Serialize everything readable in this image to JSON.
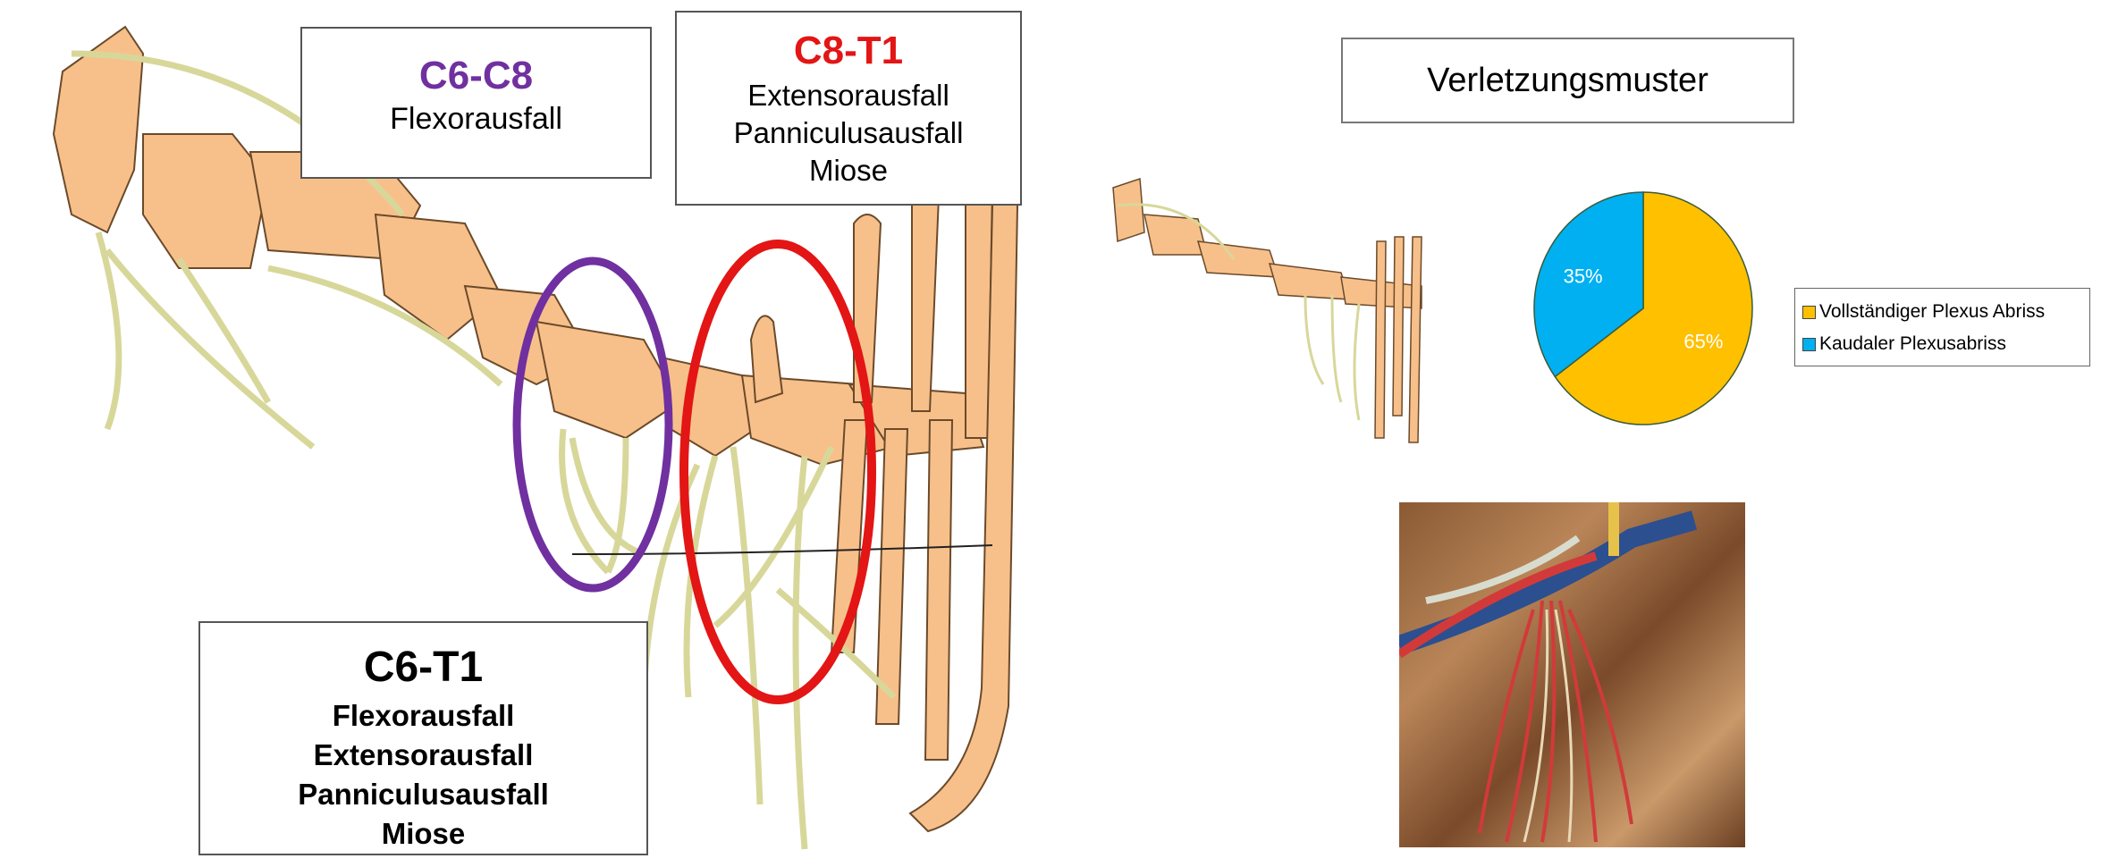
{
  "diagram": {
    "box_c6_c8": {
      "title": "C6-C8",
      "lines": [
        "Flexorausfall"
      ],
      "color": "#7030a0"
    },
    "box_c8_t1": {
      "title": "C8-T1",
      "lines": [
        "Extensorausfall",
        "Panniculusausfall",
        "Miose"
      ],
      "color": "#e31515"
    },
    "box_c6_t1": {
      "title": "C6-T1",
      "lines": [
        "Flexorausfall",
        "Extensorausfall",
        "Panniculusausfall",
        "Miose"
      ],
      "color": "#000000"
    }
  },
  "right_panel": {
    "title": "Verletzungsmuster"
  },
  "chart_data": {
    "type": "pie",
    "title": "Verletzungsmuster",
    "categories": [
      "Vollständiger Plexus Abriss",
      "Kaudaler Plexusabriss"
    ],
    "values": [
      65,
      35
    ],
    "labels": [
      "65%",
      "35%"
    ],
    "colors": [
      "#ffc000",
      "#00b0f0"
    ],
    "legend_position": "right"
  }
}
